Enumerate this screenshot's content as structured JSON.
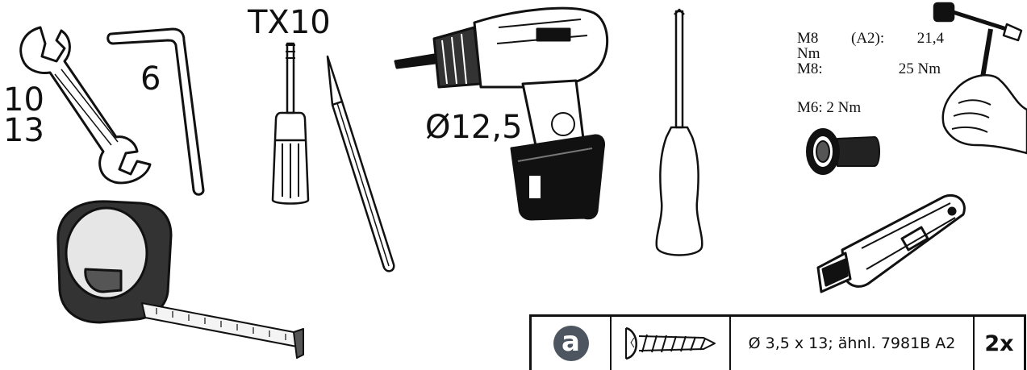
{
  "tools": {
    "wrench_sizes": [
      "10",
      "13"
    ],
    "hex_key_size": "6",
    "screwdriver_bit": "TX10",
    "drill_bit": "Ø12,5"
  },
  "torque": {
    "line1_a": "M8",
    "line1_b": "(A2):",
    "line1_c": "21,4",
    "line1_d": "Nm",
    "line2_a": "M8:",
    "line2_b": "25 Nm",
    "line3": "M6: 2 Nm"
  },
  "parts_table": {
    "id_letter": "a",
    "description": "Ø 3,5 x 13; ähnl. 7981B A2",
    "quantity": "2x"
  }
}
